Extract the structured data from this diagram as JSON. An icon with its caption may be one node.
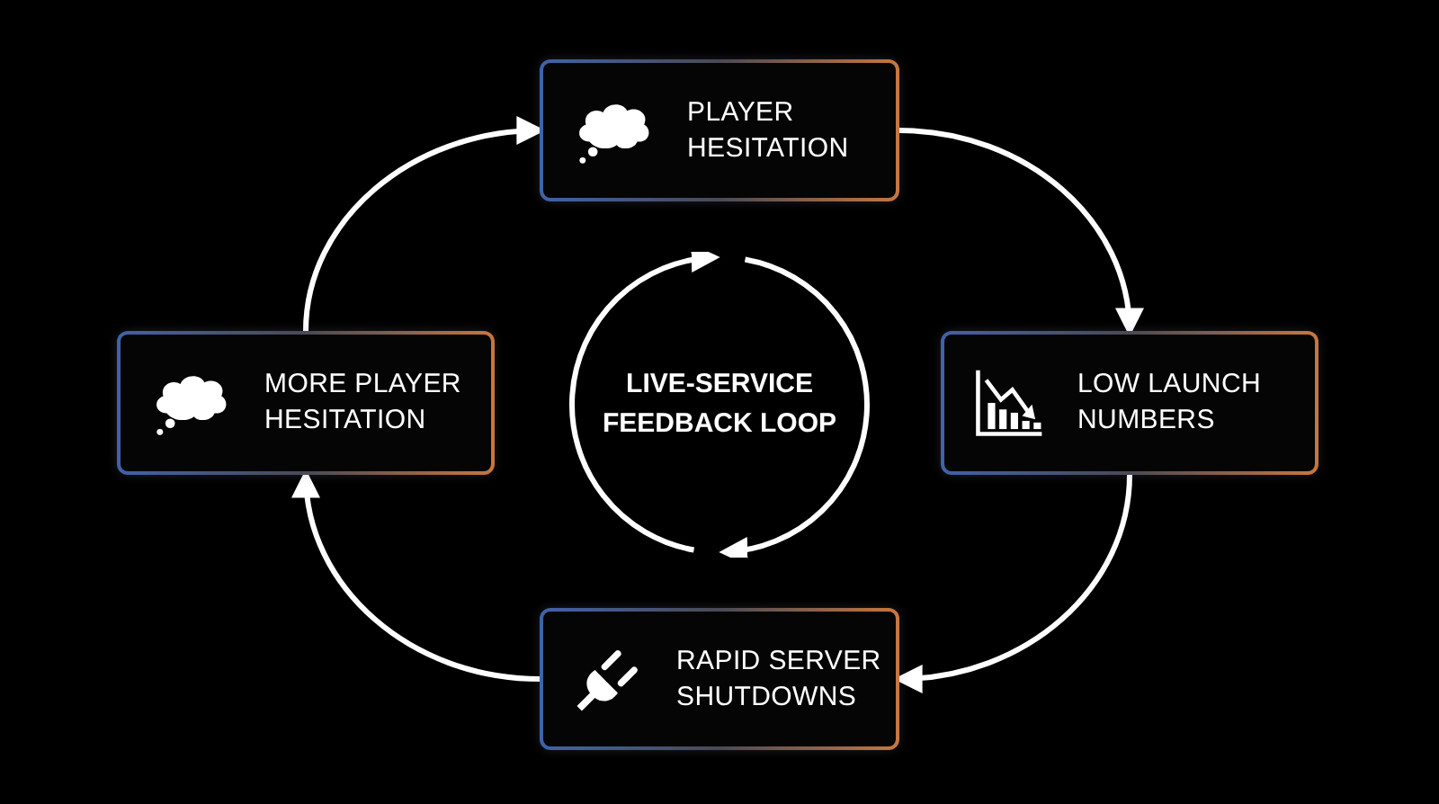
{
  "diagram": {
    "nodes": [
      {
        "text": [
          "PLAYER HESITATION"
        ]
      },
      {
        "text": [
          "LOW LAUNCH NUMBERS"
        ]
      },
      {
        "text": [
          "RAPID SERVER SHUTDOWNS"
        ]
      },
      {
        "text": [
          "MORE PLAYER HESITATION"
        ]
      },
      {
        "text": [
          "LIVE-SERVICE FEEDBACK LOOP"
        ]
      }
    ],
    "edges": [
      {
        "from": 0,
        "to": 1,
        "arrow": "to"
      },
      {
        "from": 1,
        "to": 2,
        "arrow": "to"
      },
      {
        "from": 2,
        "to": 3,
        "arrow": "to"
      },
      {
        "from": 3,
        "to": 0,
        "arrow": "to"
      }
    ]
  }
}
